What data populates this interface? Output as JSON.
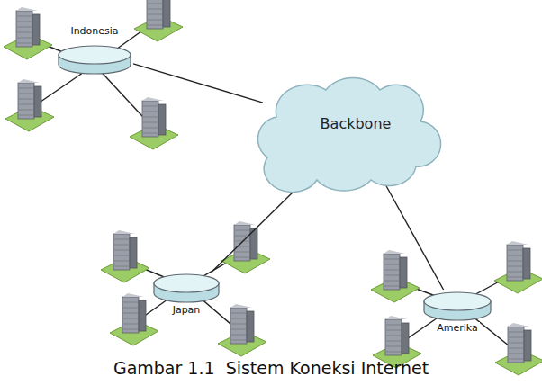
{
  "diagram": {
    "caption": "Gambar 1.1  Sistem Koneksi Internet",
    "nodes": [
      {
        "text": [
          "Indonesia"
        ]
      },
      {
        "text": [
          "Backbone"
        ]
      },
      {
        "text": [
          "Japan"
        ]
      },
      {
        "text": [
          "Amerika"
        ]
      }
    ],
    "edges": [
      {
        "from": 0,
        "to": 1,
        "arrow": "none"
      },
      {
        "from": 1,
        "to": 2,
        "arrow": "none"
      },
      {
        "from": 1,
        "to": 3,
        "arrow": "none"
      }
    ]
  }
}
